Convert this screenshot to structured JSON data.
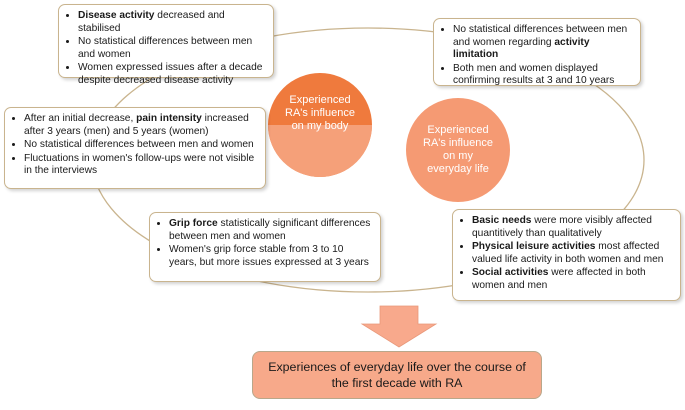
{
  "colors": {
    "ellipse_stroke": "#c9b48e",
    "body_circle": "#ef7a3d",
    "life_circle": "#f59a73",
    "arrow": "#f8a98c",
    "result_box": "#f7a98a",
    "box_border": "#c9b48e"
  },
  "circles": {
    "body": "Experienced RA's influence on my body",
    "body_lines": [
      "Experienced",
      "RA's influence",
      "on my body"
    ],
    "life": "Experienced RA's influence on my everyday life",
    "life_lines": [
      "Experienced",
      "RA's influence",
      "on my",
      "everyday life"
    ]
  },
  "boxes": {
    "disease": {
      "b1_key": "Disease activity",
      "b1_rest": " decreased and stabilised",
      "b2": "No statistical differences between men and women",
      "b3": "Women expressed issues after a decade despite decreased disease activity"
    },
    "pain": {
      "b1_pre": "After an initial decrease, ",
      "b1_key": "pain intensity",
      "b1_rest": " increased after 3 years (men) and 5 years (women)",
      "b2": "No statistical differences between men and women",
      "b3": "Fluctuations in women's follow-ups were not visible in the interviews"
    },
    "grip": {
      "b1_key": "Grip force",
      "b1_rest": " statistically significant differences between men and women",
      "b2": "Women's grip force stable from 3 to 10 years, but more issues expressed at 3 years"
    },
    "activity": {
      "b1_pre": "No statistical differences between men and women regarding ",
      "b1_key": "activity limitation",
      "b2": "Both men and women displayed confirming results at 3 and 10 years"
    },
    "needs": {
      "b1_key": "Basic needs",
      "b1_rest": " were more visibly affected quantitively than qualitatively",
      "b2_key": "Physical leisure activities",
      "b2_rest": " most affected valued life activity in both women and men",
      "b3_key": "Social activities",
      "b3_rest": " were affected in both women and men"
    }
  },
  "result": "Experiences of everyday life over the course of the first decade with RA"
}
